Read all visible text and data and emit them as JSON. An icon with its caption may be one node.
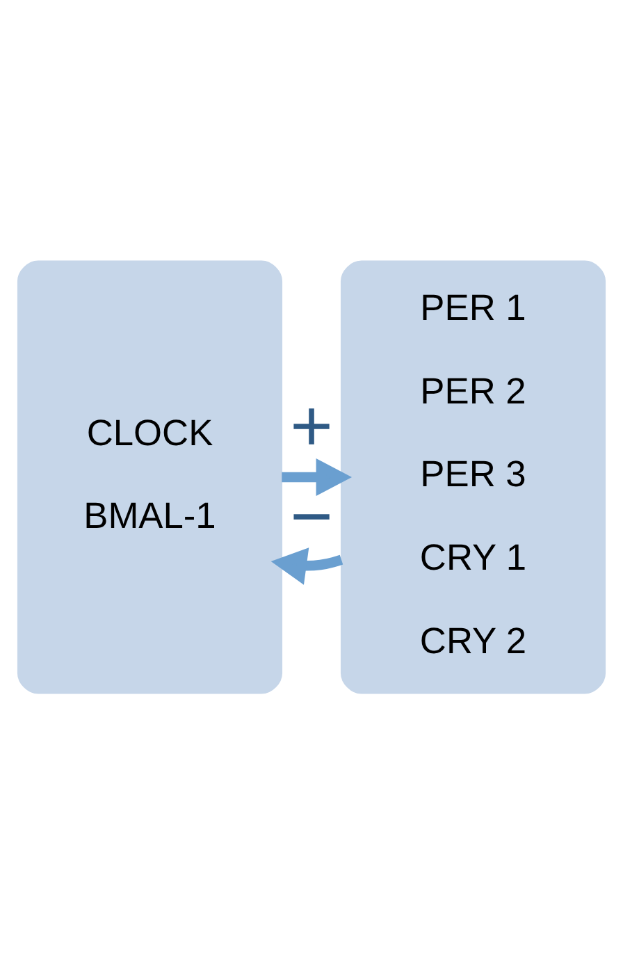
{
  "diagram": {
    "nodes": [
      {
        "text": [
          "CLOCK",
          "BMAL-1"
        ]
      },
      {
        "text": [
          "PER 1",
          "PER 2",
          "PER 3",
          "CRY 1",
          "CRY 2"
        ]
      }
    ],
    "edges": [
      {
        "from": 0,
        "to": 1,
        "arrow": "to",
        "label": "+"
      },
      {
        "from": 1,
        "to": 0,
        "arrow": "to",
        "label": "−"
      }
    ]
  }
}
